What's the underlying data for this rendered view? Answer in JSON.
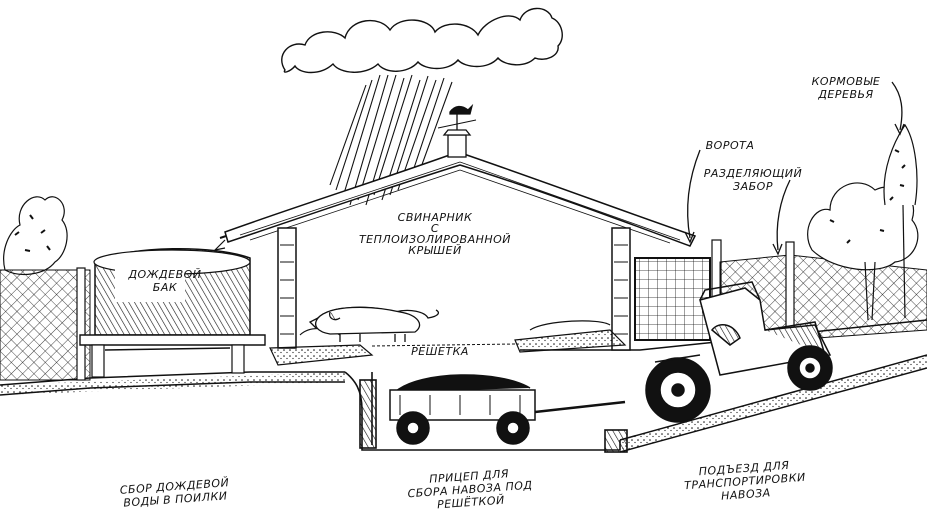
{
  "labels": {
    "pigsty": "СВИНАРНИК\nС\nТЕПЛОИЗОЛИРОВАННОЙ\nКРЫШЕЙ",
    "rain_tank": "ДОЖДЕВОЙ\nБАК",
    "grate": "РЕШЕТКА",
    "gate": "ВОРОТА",
    "fence": "РАЗДЕЛЯЮЩИЙ\nЗАБОР",
    "fodder_trees": "КОРМОВЫЕ\nДЕРЕВЬЯ",
    "rain_collection": "СБОР ДОЖДЕВОЙ\nВОДЫ В ПОИЛКИ",
    "trailer": "ПРИЦЕП ДЛЯ\nСБОРА НАВОЗА ПОД\nРЕШЁТКОЙ",
    "access_road": "ПОДЪЕЗД ДЛЯ\nТРАНСПОРТИРОВКИ\nНАВОЗА"
  },
  "colors": {
    "ink": "#111111",
    "paper": "#ffffff"
  },
  "icons": [
    "cloud-icon",
    "rain-icon",
    "weathervane-icon",
    "pig-icon",
    "tractor-icon",
    "trailer-icon",
    "tree-icon"
  ]
}
